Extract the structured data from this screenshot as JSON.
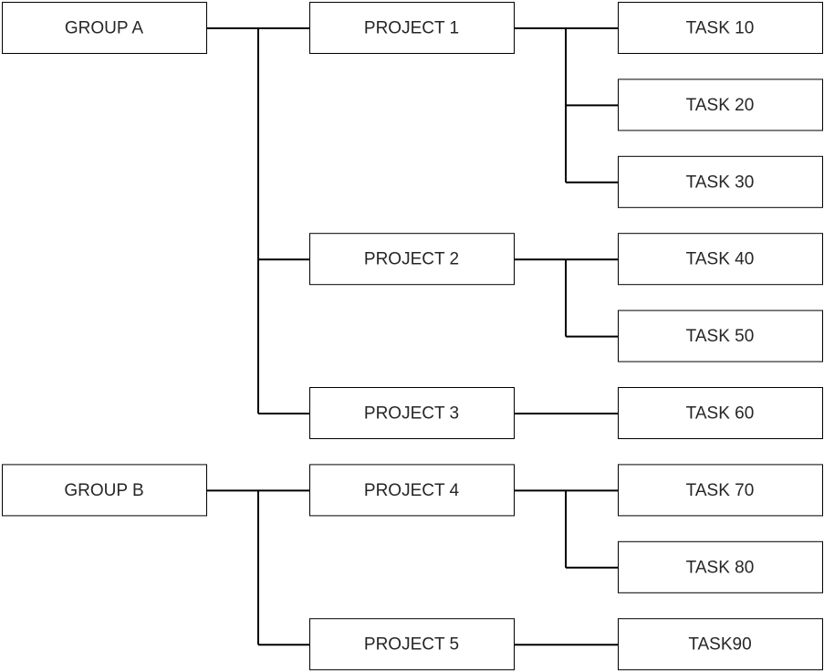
{
  "diagram": {
    "groups": [
      {
        "label": "GROUP A",
        "projects": [
          {
            "label": "PROJECT 1",
            "tasks": [
              "TASK 10",
              "TASK 20",
              "TASK 30"
            ]
          },
          {
            "label": "PROJECT 2",
            "tasks": [
              "TASK 40",
              "TASK 50"
            ]
          },
          {
            "label": "PROJECT 3",
            "tasks": [
              "TASK 60"
            ]
          }
        ]
      },
      {
        "label": "GROUP B",
        "projects": [
          {
            "label": "PROJECT 4",
            "tasks": [
              "TASK 70",
              "TASK 80"
            ]
          },
          {
            "label": "PROJECT 5",
            "tasks": [
              "TASK90"
            ]
          }
        ]
      }
    ]
  }
}
